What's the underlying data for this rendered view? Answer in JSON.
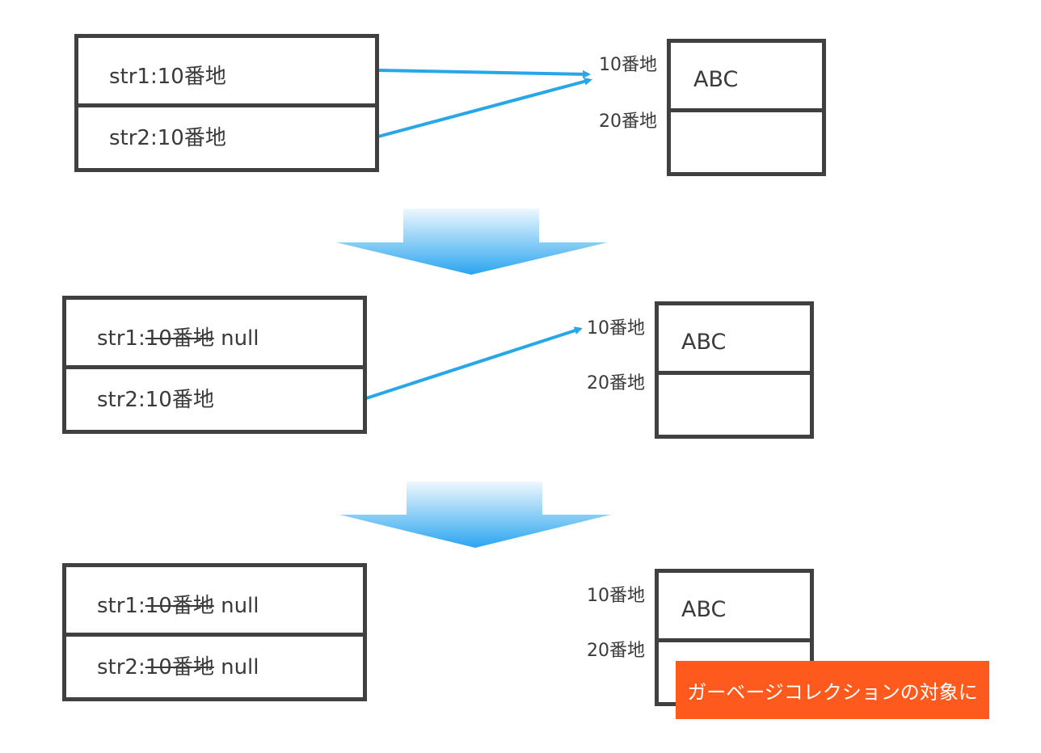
{
  "stages": [
    {
      "vars": [
        {
          "name": "str1:",
          "struck": "",
          "value": "10番地"
        },
        {
          "name": "str2:",
          "struck": "",
          "value": "10番地"
        }
      ],
      "heap": {
        "addr1": "10番地",
        "addr2": "20番地",
        "content": "ABC"
      }
    },
    {
      "vars": [
        {
          "name": "str1:",
          "struck": "10番地",
          "value": " null"
        },
        {
          "name": "str2:",
          "struck": "",
          "value": "10番地"
        }
      ],
      "heap": {
        "addr1": "10番地",
        "addr2": "20番地",
        "content": "ABC"
      }
    },
    {
      "vars": [
        {
          "name": "str1:",
          "struck": "10番地",
          "value": " null"
        },
        {
          "name": "str2:",
          "struck": "10番地",
          "value": " null"
        }
      ],
      "heap": {
        "addr1": "10番地",
        "addr2": "20番地",
        "content": "ABC"
      }
    }
  ],
  "callout": {
    "text": "ガーベージコレクションの対象に"
  },
  "colors": {
    "pointer": "#27a6e8",
    "border": "#404040",
    "callout": "#ff5a1e",
    "transition_top": "#eaf6fd",
    "transition_bottom": "#2aa5ef"
  },
  "icons": [
    "pointer-arrow",
    "down-transition-arrow"
  ]
}
